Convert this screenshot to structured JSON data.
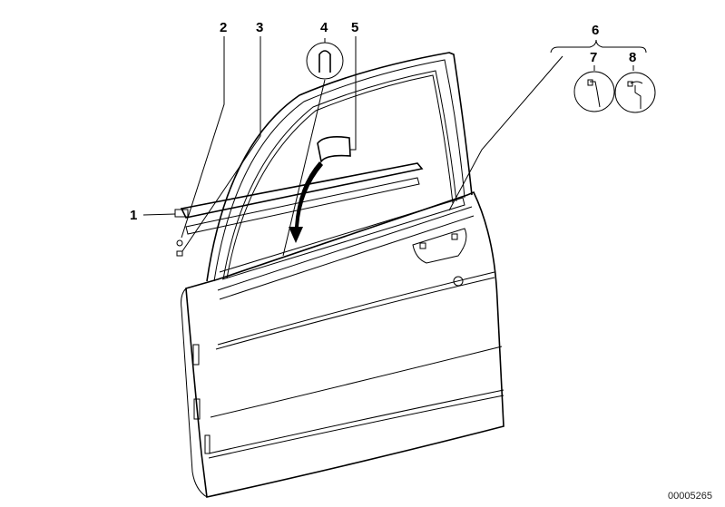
{
  "diagram": {
    "callouts": [
      {
        "id": "1",
        "label": "1"
      },
      {
        "id": "2",
        "label": "2"
      },
      {
        "id": "3",
        "label": "3"
      },
      {
        "id": "4",
        "label": "4"
      },
      {
        "id": "5",
        "label": "5"
      },
      {
        "id": "6",
        "label": "6"
      },
      {
        "id": "7",
        "label": "7"
      },
      {
        "id": "8",
        "label": "8"
      }
    ],
    "diagram_code": "00005265"
  }
}
